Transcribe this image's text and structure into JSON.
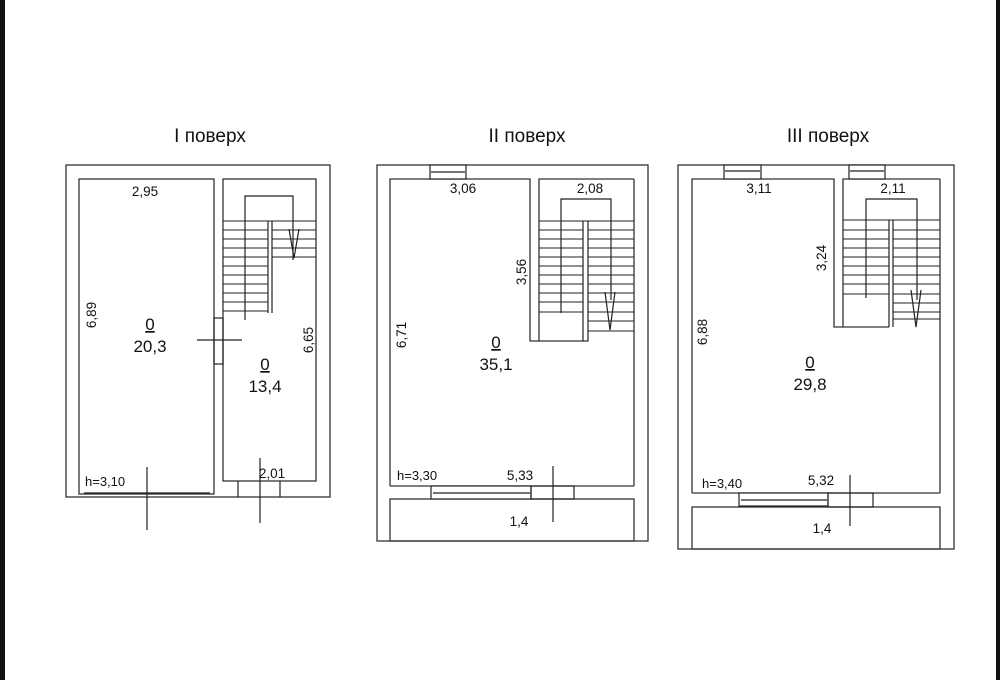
{
  "floors": [
    {
      "title": "I поверх",
      "rooms": [
        {
          "number": "0",
          "area": "20,3",
          "width": "2,95",
          "length": "6,89",
          "height": "h=3,10"
        },
        {
          "number": "0",
          "area": "13,4",
          "length": "6,65",
          "width": "2,01"
        }
      ]
    },
    {
      "title": "II поверх",
      "rooms": [
        {
          "number": "0",
          "area": "35,1",
          "top_width": "3,06",
          "stair_width": "2,08",
          "stair_length": "3,56",
          "length": "6,71",
          "bottom_width": "5,33",
          "height": "h=3,30"
        }
      ],
      "balcony": {
        "area": "1,4"
      }
    },
    {
      "title": "III поверх",
      "rooms": [
        {
          "number": "0",
          "area": "29,8",
          "top_width": "3,11",
          "stair_width": "2,11",
          "stair_length": "3,24",
          "length": "6,88",
          "bottom_width": "5,32",
          "height": "h=3,40"
        }
      ],
      "balcony": {
        "area": "1,4"
      }
    }
  ]
}
